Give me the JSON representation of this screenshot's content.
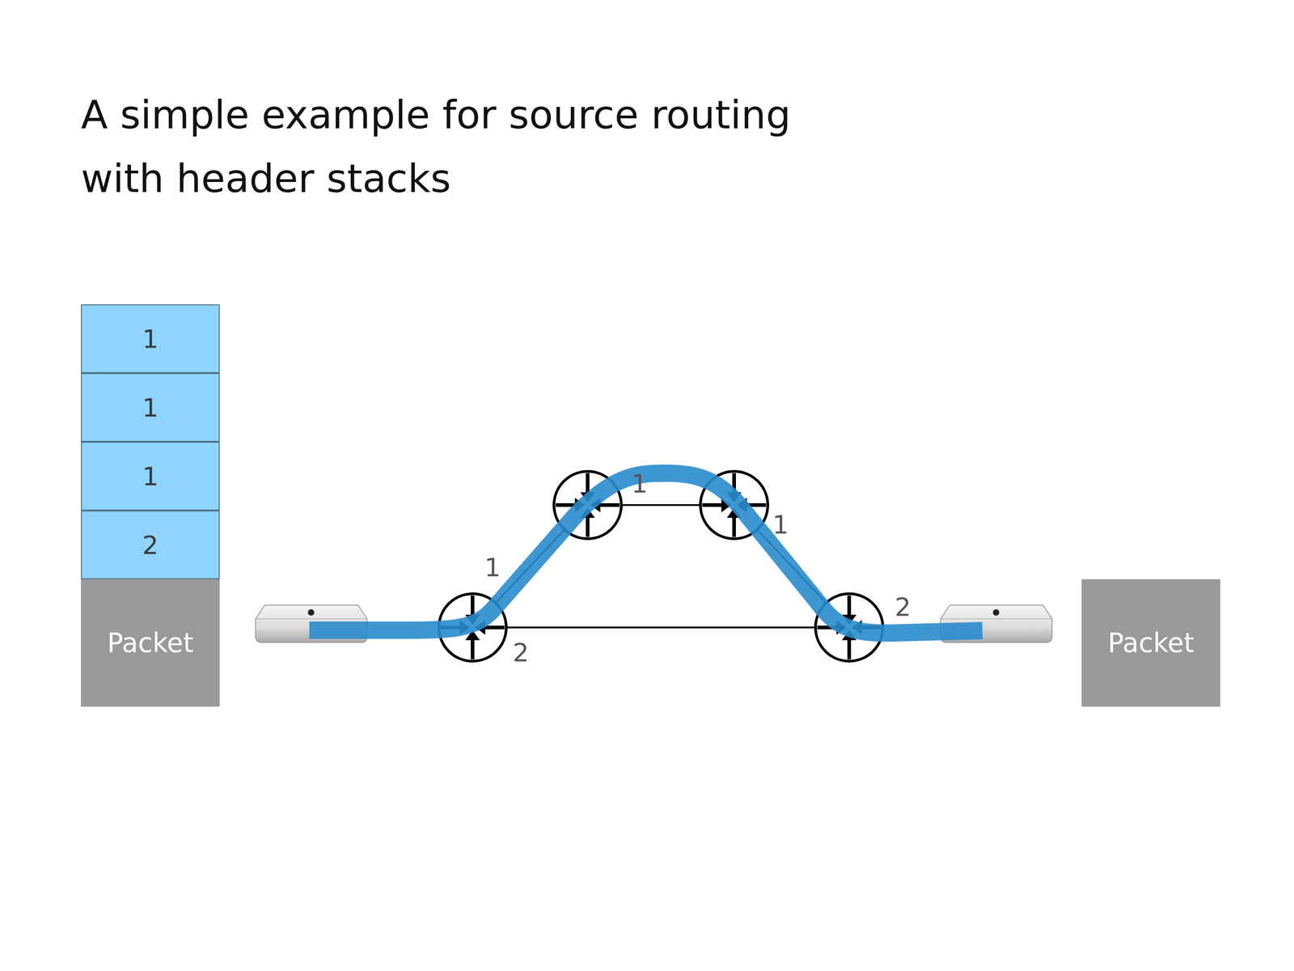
{
  "diagram": {
    "title": "A simple example for source routing with header stacks",
    "nodes": [
      {
        "text": [
          "1"
        ]
      },
      {
        "text": [
          "1"
        ]
      },
      {
        "text": [
          "1"
        ]
      },
      {
        "text": [
          "2"
        ]
      },
      {
        "text": [
          "Packet"
        ]
      },
      {
        "text": [
          "Packet"
        ]
      }
    ],
    "labels": [
      "1",
      "1",
      "1",
      "2",
      "2"
    ]
  }
}
